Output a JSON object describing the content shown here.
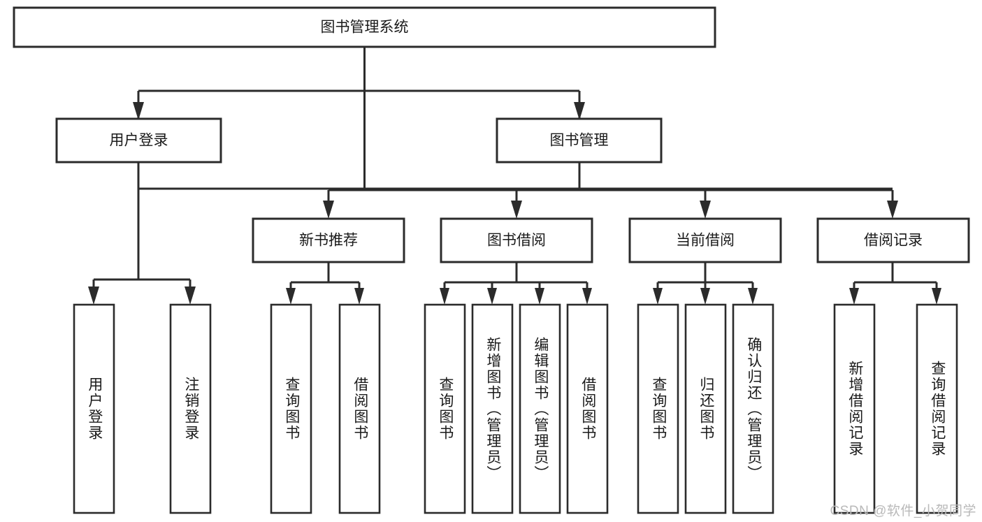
{
  "diagram": {
    "type": "tree",
    "title_node": "图书管理系统",
    "watermark": "CSDN @软件_小贺同学",
    "colors": {
      "stroke": "#2b2b2b",
      "fill": "#ffffff",
      "text": "#1a1a1a",
      "watermark": "#b9b9b9",
      "background": "#ffffff"
    },
    "root": {
      "label": "图书管理系统"
    },
    "level1": [
      {
        "label": "用户登录"
      },
      {
        "label": "图书管理"
      }
    ],
    "level2": [
      {
        "label": "新书推荐"
      },
      {
        "label": "图书借阅"
      },
      {
        "label": "当前借阅"
      },
      {
        "label": "借阅记录"
      }
    ],
    "leaves": {
      "user_login": [
        {
          "label": "用户登录"
        },
        {
          "label": "注销登录"
        }
      ],
      "new_book_recommend": [
        {
          "label": "查询图书"
        },
        {
          "label": "借阅图书"
        }
      ],
      "book_borrow": [
        {
          "label": "查询图书"
        },
        {
          "label": "新增图书（管理员）"
        },
        {
          "label": "编辑图书（管理员）"
        },
        {
          "label": "借阅图书"
        }
      ],
      "current_borrow": [
        {
          "label": "查询图书"
        },
        {
          "label": "归还图书"
        },
        {
          "label": "确认归还（管理员）"
        }
      ],
      "borrow_records": [
        {
          "label": "新增借阅记录"
        },
        {
          "label": "查询借阅记录"
        }
      ]
    }
  }
}
